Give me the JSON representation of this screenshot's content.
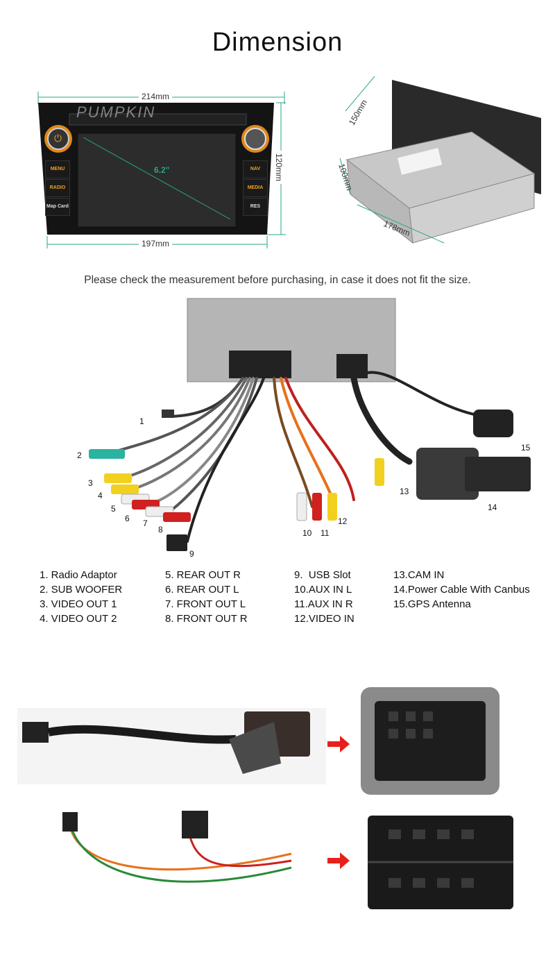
{
  "title": "Dimension",
  "front_view": {
    "brand": "PUMPKIN",
    "width_top": "214mm",
    "width_bottom": "197mm",
    "height": "120mm",
    "screen_size": "6.2\"",
    "buttons_left": [
      "MENU",
      "RADIO",
      "Map Card"
    ],
    "buttons_right": [
      "NAV",
      "MEDIA",
      "RES"
    ]
  },
  "side_view": {
    "height": "150mm",
    "depth": "100mm",
    "length": "178mm"
  },
  "caption": "Please check the measurement before purchasing, in case it does not fit the size.",
  "callouts": [
    "1",
    "2",
    "3",
    "4",
    "5",
    "6",
    "7",
    "8",
    "9",
    "10",
    "11",
    "12",
    "13",
    "14",
    "15"
  ],
  "legend": [
    [
      "1. Radio Adaptor",
      "2. SUB WOOFER",
      "3. VIDEO OUT 1",
      "4. VIDEO OUT 2"
    ],
    [
      "5. REAR OUT R",
      "6. REAR OUT L",
      "7. FRONT OUT L",
      "8. FRONT OUT R"
    ],
    [
      "9.  USB Slot",
      "10.AUX IN L",
      "11.AUX IN R",
      "12.VIDEO IN"
    ],
    [
      "13.CAM IN",
      "14.Power Cable With Canbus",
      "15.GPS Antenna"
    ]
  ],
  "colors": {
    "accent": "#2aa58a",
    "orange": "#f0a020",
    "arrow": "#e8201a"
  }
}
